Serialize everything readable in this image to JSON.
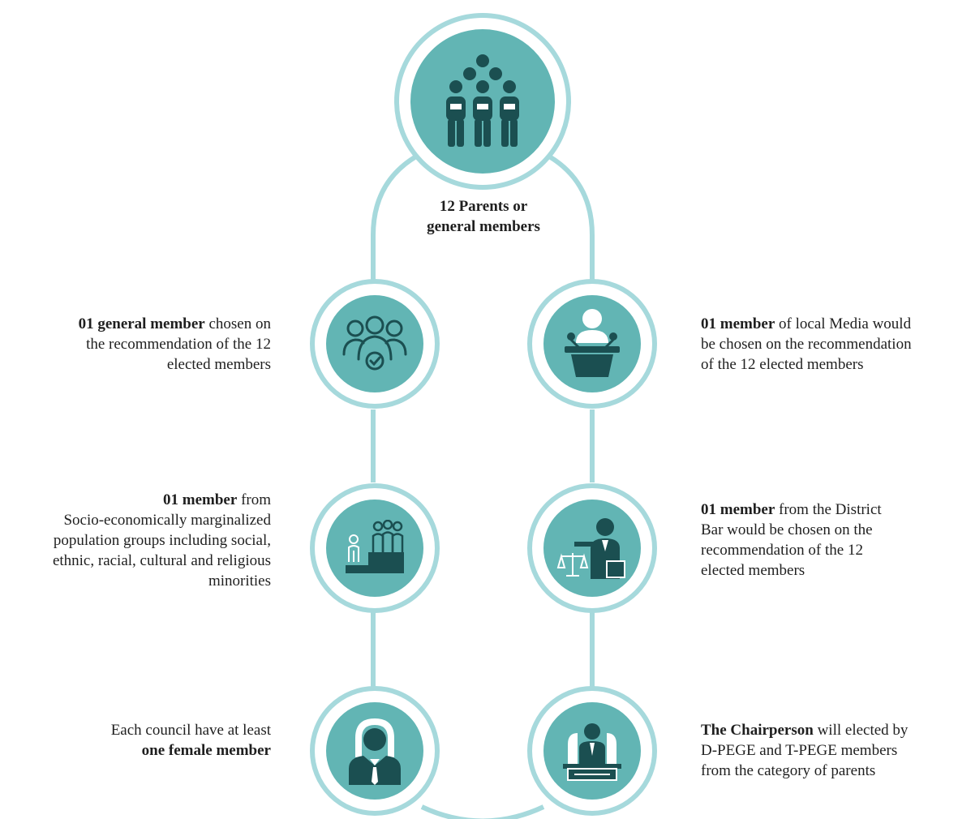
{
  "colors": {
    "ring": "#a6d9dc",
    "fill": "#62b5b4",
    "icon": "#1b4f51"
  },
  "top": {
    "label": "12 Parents or general members",
    "label_line1": "12 Parents or",
    "label_line2": "general members",
    "icon": "group-icon"
  },
  "nodes": [
    {
      "id": "general-member",
      "icon": "team-check-icon",
      "bold": "01 general member",
      "lines": [
        " chosen on",
        "the recommendation of the 12",
        "elected members"
      ]
    },
    {
      "id": "media-member",
      "icon": "speaker-podium-icon",
      "bold": "01 member",
      "lines": [
        " of local Media would",
        "be chosen on the recommendation",
        "of the 12 elected members"
      ]
    },
    {
      "id": "marginalized-member",
      "icon": "minority-group-icon",
      "bold": "01 member",
      "lines": [
        " from",
        "Socio-economically marginalized",
        "population groups including social,",
        "ethnic, racial, cultural  and religious",
        "minorities"
      ]
    },
    {
      "id": "bar-member",
      "icon": "lawyer-icon",
      "bold": "01 member",
      "lines": [
        " from the District",
        "Bar would be chosen on the",
        "recommendation of the 12",
        "elected members"
      ]
    },
    {
      "id": "female-member",
      "icon": "female-icon",
      "plain": "Each council have at least",
      "bold": "one female member"
    },
    {
      "id": "chairperson",
      "icon": "chairperson-icon",
      "bold": "The Chairperson",
      "lines": [
        " will elected by",
        "D-PEGE and T-PEGE members",
        "from the category of parents"
      ]
    }
  ]
}
